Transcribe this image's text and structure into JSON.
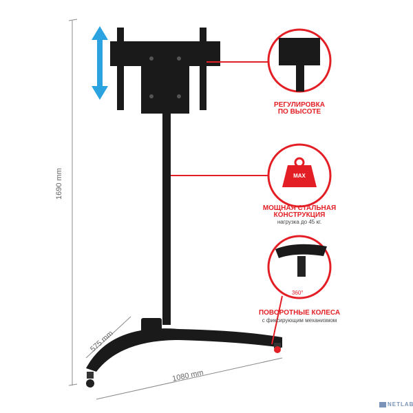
{
  "dimensions": {
    "height": "1690 mm",
    "depth": "575 mm",
    "width": "1080 mm"
  },
  "features": [
    {
      "title_line1": "РЕГУЛИРОВКА",
      "title_line2": "ПО ВЫСОТЕ"
    },
    {
      "title_line1": "МОЩНАЯ СТАЛЬНАЯ",
      "title_line2": "КОНСТРУКЦИЯ",
      "subtitle": "нагрузка до 45 кг.",
      "badge": "MAX"
    },
    {
      "title_line1": "ПОВОРОТНЫЕ КОЛЕСА",
      "subtitle": "с фиксирующим механизмом",
      "badge": "360°"
    }
  ],
  "watermark": "NETLAB",
  "colors": {
    "accent": "#e31e24",
    "arrow": "#2aa3e0",
    "metal": "#1a1a1a"
  }
}
